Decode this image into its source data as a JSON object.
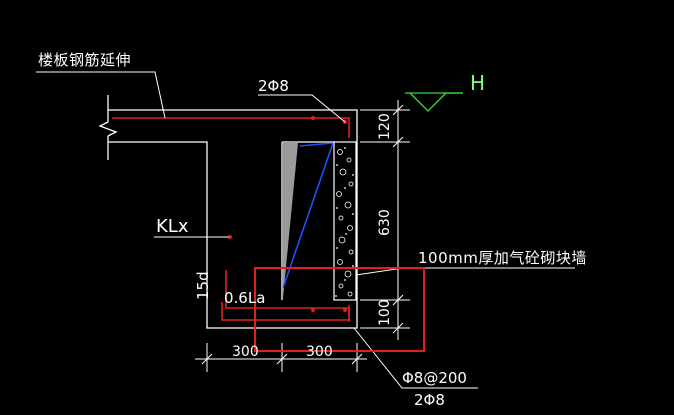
{
  "labels": {
    "slab_extension": "楼板钢筋延伸",
    "top_bars": "2Φ8",
    "beam_mark": "KLx",
    "anchor_len": "0.6La",
    "hook_len": "15d",
    "wall_note": "100mm厚加气砼砌块墙",
    "stirrups": "Φ8@200",
    "bottom_bars": "2Φ8",
    "level_mark": "H"
  },
  "dimensions": {
    "bottom_left": "300",
    "bottom_right": "300",
    "top_height": "120",
    "mid_height": "630",
    "bottom_height": "100"
  },
  "colors": {
    "background": "#000000",
    "concrete_outline": "#ffffff",
    "rebar": "#e02020",
    "highlight_box": "#e02020",
    "wall_edge": "#2050ff",
    "level_symbol": "#33dd33"
  }
}
